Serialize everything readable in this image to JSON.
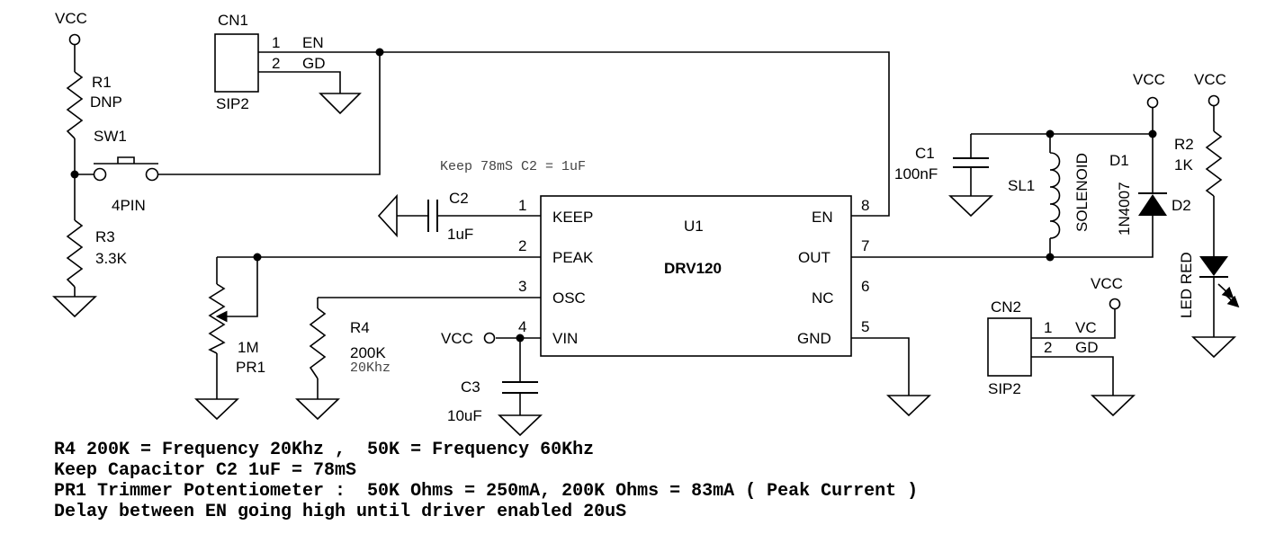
{
  "labels": {
    "vcc": "VCC",
    "cn1": "CN1",
    "cn1_pin1": "1",
    "cn1_pin2": "2",
    "cn1_en": "EN",
    "cn1_gd": "GD",
    "cn1_type": "SIP2",
    "r1": "R1",
    "r1_val": "DNP",
    "sw1": "SW1",
    "sw1_type": "4PIN",
    "r3": "R3",
    "r3_val": "3.3K",
    "note_keep": "Keep 78mS C2 = 1uF",
    "c2": "C2",
    "c2_val": "1uF",
    "pin1": "1",
    "pin2": "2",
    "pin3": "3",
    "pin4": "4",
    "pin5": "5",
    "pin6": "6",
    "pin7": "7",
    "pin8": "8",
    "keep": "KEEP",
    "peak": "PEAK",
    "osc": "OSC",
    "vin": "VIN",
    "u1": "U1",
    "drv": "DRV120",
    "en": "EN",
    "out": "OUT",
    "nc": "NC",
    "gnd": "GND",
    "pr1_val": "1M",
    "pr1": "PR1",
    "r4": "R4",
    "r4_val": "200K",
    "r4_freq": "20Khz",
    "c3": "C3",
    "c3_val": "10uF",
    "c1": "C1",
    "c1_val": "100nF",
    "sl1": "SL1",
    "solenoid": "SOLENOID",
    "d1": "D1",
    "d1_part": "1N4007",
    "d2": "D2",
    "r2": "R2",
    "r2_val": "1K",
    "led": "LED RED",
    "cn2": "CN2",
    "cn2_pin1": "1",
    "cn2_pin2": "2",
    "cn2_vc": "VC",
    "cn2_gd": "GD",
    "cn2_type": "SIP2"
  },
  "notes": [
    "R4 200K = Frequency 20Khz ,  50K = Frequency 60Khz",
    "Keep Capacitor C2 1uF = 78mS",
    "PR1 Trimmer Potentiometer :  50K Ohms = 250mA, 200K Ohms = 83mA ( Peak Current )",
    "Delay between EN going high until driver enabled 20uS"
  ]
}
